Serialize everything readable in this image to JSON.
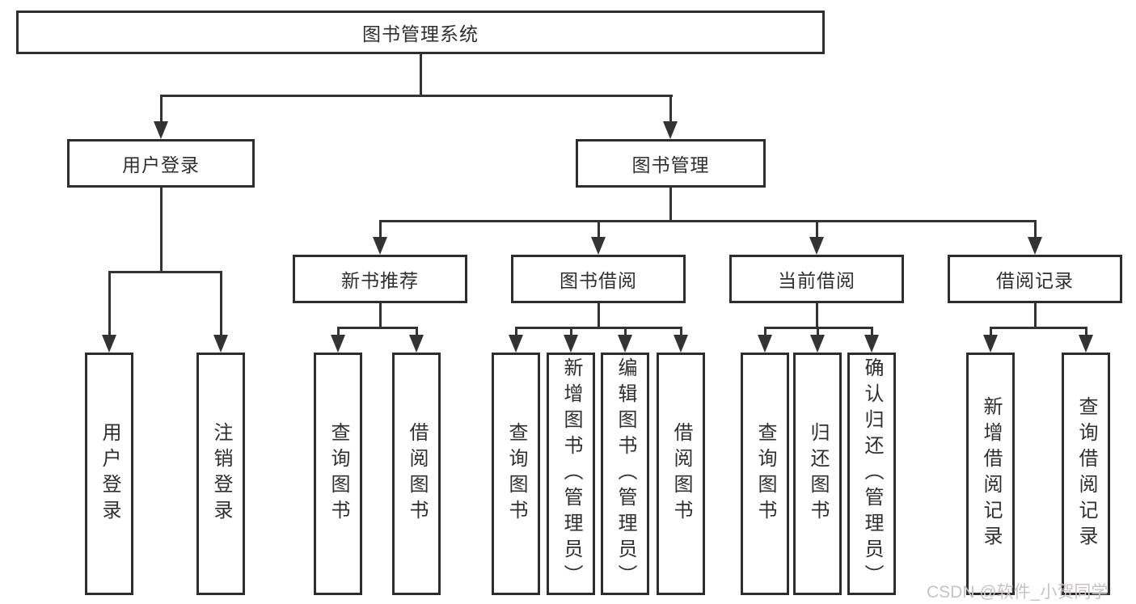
{
  "diagram_title": "图书管理系统",
  "nodes": {
    "root": "图书管理系统",
    "user_login": "用户登录",
    "book_mgmt": "图书管理",
    "new_book_rec": "新书推荐",
    "book_borrow": "图书借阅",
    "current_borrow": "当前借阅",
    "borrow_records": "借阅记录",
    "leaf_user_login": "用户登录",
    "leaf_logout": "注销登录",
    "leaf_query_books_1": "查询图书",
    "leaf_borrow_books_1": "借阅图书",
    "leaf_query_books_2": "查询图书",
    "leaf_add_book": "新增图书（管理员）",
    "leaf_edit_book": "编辑图书（管理员）",
    "leaf_borrow_books_2": "借阅图书",
    "leaf_query_books_3": "查询图书",
    "leaf_return_book": "归还图书",
    "leaf_confirm_return": "确认归还（管理员）",
    "leaf_add_record": "新增借阅记录",
    "leaf_query_record": "查询借阅记录"
  },
  "hierarchy": {
    "图书管理系统": {
      "用户登录": [
        "用户登录",
        "注销登录"
      ],
      "图书管理": {
        "新书推荐": [
          "查询图书",
          "借阅图书"
        ],
        "图书借阅": [
          "查询图书",
          "新增图书（管理员）",
          "编辑图书（管理员）",
          "借阅图书"
        ],
        "当前借阅": [
          "查询图书",
          "归还图书",
          "确认归还（管理员）"
        ],
        "借阅记录": [
          "新增借阅记录",
          "查询借阅记录"
        ]
      }
    }
  },
  "watermark": "CSDN @软件_小贺同学",
  "colors": {
    "line": "#333333",
    "border": "#2d2d2d",
    "text": "#2f2f2f",
    "watermark": "#c8c3c3",
    "background": "#ffffff"
  }
}
